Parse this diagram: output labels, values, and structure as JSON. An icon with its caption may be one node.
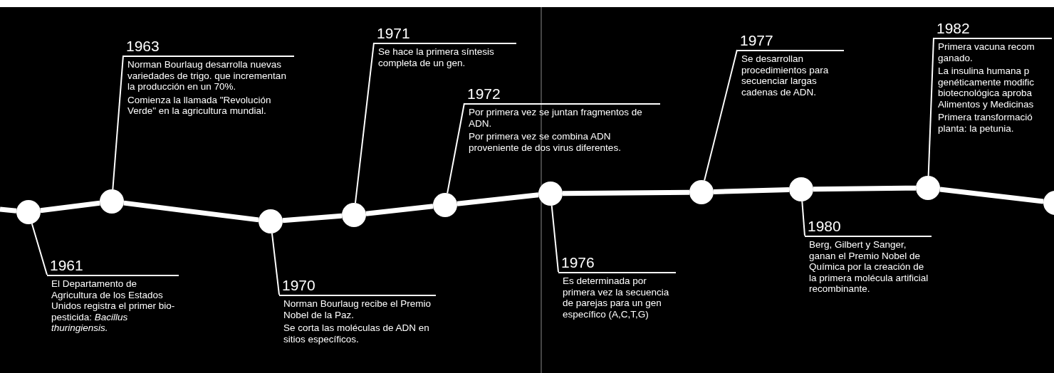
{
  "diagram": {
    "nodes": [
      {
        "text": [
          "1961",
          "El Departamento de Agricultura de los Estados Unidos registra el primer bio-pesticida: *Bacillus thuringiensis.*"
        ]
      },
      {
        "text": [
          "1963",
          "Norman Bourlaug desarrolla nuevas variedades de trigo. que incrementan la producción en un 70%.",
          "Comienza la llamada \"Revolución Verde\" en la agricultura mundial."
        ]
      },
      {
        "text": [
          "1970",
          "Norman Bourlaug recibe el Premio Nobel de la Paz.",
          "Se corta las moléculas de ADN en sitios específicos."
        ]
      },
      {
        "text": [
          "1971",
          "Se hace la primera síntesis completa de un gen."
        ]
      },
      {
        "text": [
          "1972",
          "Por primera vez se juntan fragmentos de ADN.",
          "Por primera vez se combina ADN proveniente de dos virus diferentes."
        ]
      },
      {
        "text": [
          "1976",
          "Es determinada por primera vez la secuencia de parejas para un gen específico (A,C,T,G)"
        ]
      },
      {
        "text": [
          "1977",
          "Se desarrollan procedimientos para secuenciar largas cadenas de ADN."
        ]
      },
      {
        "text": [
          "1980",
          "Berg, Gilbert y Sanger, ganan el Premio Nobel de Química por la creación de la primera molécula artificial recombinante."
        ]
      },
      {
        "text": [
          "1982",
          "Primera vacuna recom ganado.",
          "La insulina humana p genéticamente modific biotecnológica aproba Alimentos y Medicinas",
          "Primera transformació planta: la petunia."
        ]
      },
      {
        "text": [],
        "shape": "circle"
      },
      {
        "text": [],
        "shape": "circle"
      },
      {
        "text": [],
        "shape": "circle"
      },
      {
        "text": [],
        "shape": "circle"
      },
      {
        "text": [],
        "shape": "circle"
      },
      {
        "text": [],
        "shape": "circle"
      },
      {
        "text": [],
        "shape": "circle"
      },
      {
        "text": [],
        "shape": "circle"
      },
      {
        "text": [],
        "shape": "circle"
      },
      {
        "text": [],
        "shape": "circle"
      }
    ],
    "edges": [
      {
        "from": null,
        "to": 9,
        "arrow": "none"
      },
      {
        "from": 9,
        "to": 10,
        "arrow": "none"
      },
      {
        "from": 10,
        "to": 11,
        "arrow": "none"
      },
      {
        "from": 11,
        "to": 12,
        "arrow": "none"
      },
      {
        "from": 12,
        "to": 13,
        "arrow": "none"
      },
      {
        "from": 13,
        "to": 14,
        "arrow": "none"
      },
      {
        "from": 14,
        "to": 15,
        "arrow": "none"
      },
      {
        "from": 15,
        "to": 16,
        "arrow": "none"
      },
      {
        "from": 16,
        "to": 17,
        "arrow": "none"
      },
      {
        "from": 17,
        "to": 18,
        "arrow": "none"
      },
      {
        "from": 0,
        "to": 9,
        "arrow": "none"
      },
      {
        "from": 1,
        "to": 10,
        "arrow": "none"
      },
      {
        "from": 2,
        "to": 11,
        "arrow": "none"
      },
      {
        "from": 3,
        "to": 12,
        "arrow": "none"
      },
      {
        "from": 4,
        "to": 13,
        "arrow": "none"
      },
      {
        "from": 5,
        "to": 14,
        "arrow": "none"
      },
      {
        "from": 6,
        "to": 15,
        "arrow": "none"
      },
      {
        "from": 7,
        "to": 16,
        "arrow": "none"
      },
      {
        "from": 8,
        "to": 17,
        "arrow": "none"
      }
    ]
  }
}
